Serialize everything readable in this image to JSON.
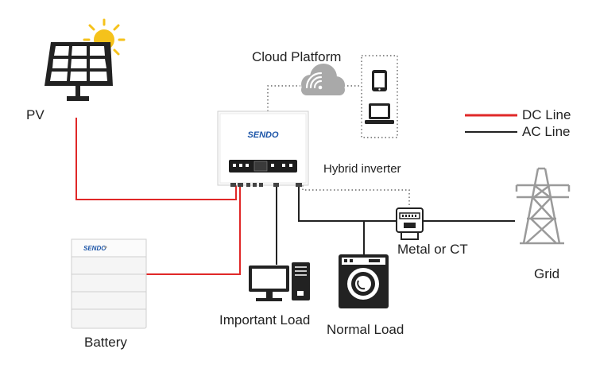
{
  "labels": {
    "pv": "PV",
    "cloud_platform": "Cloud Platform",
    "hybrid_inverter": "Hybrid inverter",
    "battery": "Battery",
    "important_load": "Important Load",
    "normal_load": "Normal Load",
    "meter": "Metal or CT",
    "grid": "Grid"
  },
  "brand": {
    "inverter_logo": "SENDO",
    "battery_logo": "SENDO"
  },
  "legend": [
    {
      "label": "DC Line",
      "color": "#e02828"
    },
    {
      "label": "AC Line",
      "color": "#222222"
    }
  ],
  "colors": {
    "dc_line": "#e02828",
    "ac_line": "#222222",
    "comm_line": "#666666",
    "sun": "#f5c21b",
    "cloud": "#a9a9a9",
    "brand": "#1e56a8"
  },
  "icons": [
    "solar-panel-icon",
    "sun-icon",
    "cloud-wifi-icon",
    "smartphone-icon",
    "laptop-icon",
    "pc-monitor-icon",
    "pc-tower-icon",
    "washing-machine-icon",
    "electric-meter-icon",
    "power-tower-icon"
  ]
}
